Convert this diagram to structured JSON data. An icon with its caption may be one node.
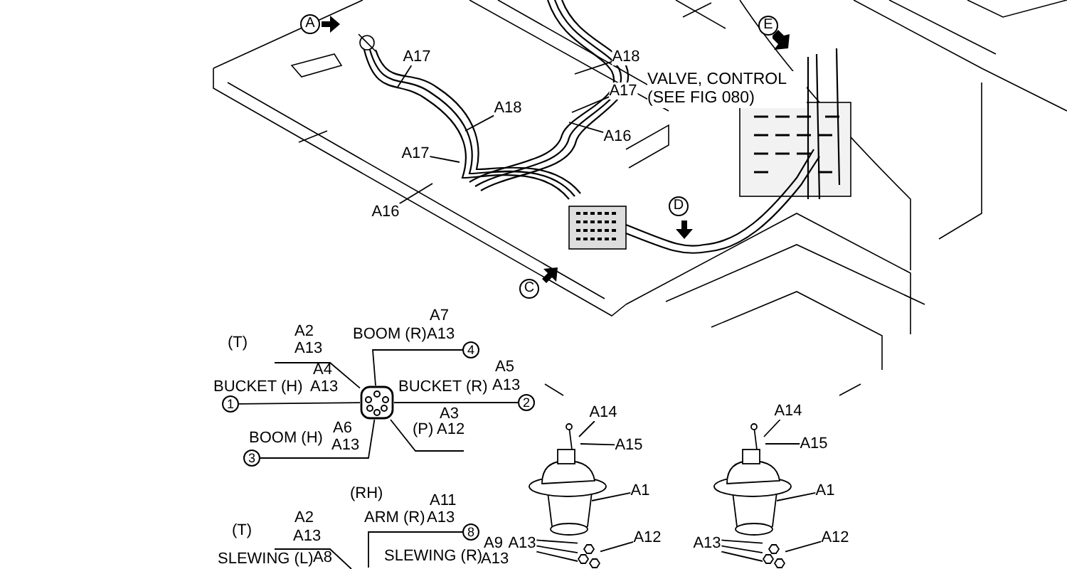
{
  "diagram": {
    "nodes": [
      {
        "text": [
          "A"
        ]
      },
      {
        "text": [
          "E"
        ]
      },
      {
        "text": [
          "D"
        ]
      },
      {
        "text": [
          "C"
        ]
      },
      {
        "text": [
          "A17"
        ]
      },
      {
        "text": [
          "A18"
        ]
      },
      {
        "text": [
          "A17"
        ]
      },
      {
        "text": [
          "A18"
        ]
      },
      {
        "text": [
          "A16"
        ]
      },
      {
        "text": [
          "A17"
        ]
      },
      {
        "text": [
          "A16"
        ]
      },
      {
        "text": [],
        "shape": "picture"
      },
      {
        "text": [
          "4"
        ]
      },
      {
        "text": [
          "1"
        ]
      },
      {
        "text": [
          "2"
        ]
      },
      {
        "text": [
          "3"
        ]
      },
      {
        "text": [
          "8"
        ]
      },
      {
        "text": [
          "A14"
        ]
      },
      {
        "text": [
          "A15"
        ]
      },
      {
        "text": [
          "A1"
        ]
      },
      {
        "text": [
          "A13"
        ]
      },
      {
        "text": [
          "A12"
        ]
      },
      {
        "text": [
          "A14"
        ]
      },
      {
        "text": [
          "A15"
        ]
      },
      {
        "text": [
          "A1"
        ]
      },
      {
        "text": [
          "A13"
        ]
      },
      {
        "text": [
          "A12"
        ]
      },
      {
        "text": [],
        "shape": "picture"
      },
      {
        "text": [],
        "shape": "picture"
      }
    ],
    "edges": [
      {
        "from": 4,
        "to": null,
        "arrow": "none"
      },
      {
        "from": 5,
        "to": null,
        "arrow": "none"
      },
      {
        "from": 6,
        "to": null,
        "arrow": "none"
      },
      {
        "from": 7,
        "to": null,
        "arrow": "none"
      },
      {
        "from": 8,
        "to": null,
        "arrow": "none"
      },
      {
        "from": 9,
        "to": null,
        "arrow": "none"
      },
      {
        "from": 10,
        "to": null,
        "arrow": "none"
      },
      {
        "from": 11,
        "to": 12,
        "arrow": "none"
      },
      {
        "from": 11,
        "to": 13,
        "arrow": "none"
      },
      {
        "from": 11,
        "to": 14,
        "arrow": "none"
      },
      {
        "from": 11,
        "to": 15,
        "arrow": "none"
      },
      {
        "from": 11,
        "to": null,
        "arrow": "none"
      },
      {
        "from": 11,
        "to": null,
        "arrow": "none"
      },
      {
        "from": null,
        "to": 16,
        "arrow": "none"
      },
      {
        "from": 17,
        "to": null,
        "arrow": "none"
      },
      {
        "from": 18,
        "to": null,
        "arrow": "none"
      },
      {
        "from": 19,
        "to": null,
        "arrow": "none"
      },
      {
        "from": 20,
        "to": 27,
        "arrow": "none"
      },
      {
        "from": 20,
        "to": 27,
        "arrow": "none"
      },
      {
        "from": 20,
        "to": 27,
        "arrow": "none"
      },
      {
        "from": 21,
        "to": 27,
        "arrow": "none"
      },
      {
        "from": 22,
        "to": null,
        "arrow": "none"
      },
      {
        "from": 23,
        "to": null,
        "arrow": "none"
      },
      {
        "from": 24,
        "to": null,
        "arrow": "none"
      },
      {
        "from": 25,
        "to": 28,
        "arrow": "none"
      },
      {
        "from": 25,
        "to": 28,
        "arrow": "none"
      },
      {
        "from": 25,
        "to": 28,
        "arrow": "none"
      },
      {
        "from": 26,
        "to": 28,
        "arrow": "none"
      }
    ],
    "labels": [
      "VALVE, CONTROL (SEE FIG 080)",
      "A7",
      "A2",
      "(T)",
      "BOOM (R)",
      "A13",
      "A13",
      "A4",
      "A5",
      "BUCKET (H)",
      "A13",
      "BUCKET (R)",
      "A13",
      "A3",
      "A6",
      "(P)",
      "A12",
      "BOOM (H)",
      "A13",
      "(RH)",
      "A11",
      "A2",
      "ARM (R)",
      "A13",
      "(T)",
      "A13",
      "A9",
      "SLEWING (L)",
      "A8",
      "SLEWING (R)",
      "A13"
    ]
  }
}
